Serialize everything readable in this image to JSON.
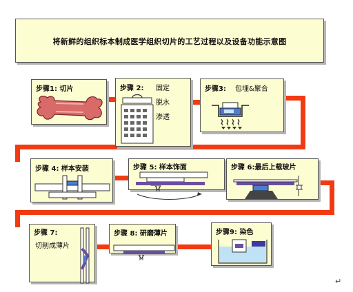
{
  "title": "将新鲜的组织标本制成医学组织切片的工艺过程以及设备功能示意图",
  "steps": {
    "s1": {
      "label": "步骤1: 切片"
    },
    "s2": {
      "label": "步骤 2:",
      "subs": [
        "固定",
        "脱水",
        "渗透"
      ]
    },
    "s3": {
      "label": "步骤3:",
      "sub": "包埋&聚合"
    },
    "s4": {
      "label": "步骤 4: 样本安装"
    },
    "s5": {
      "label": "步骤 5: 样本饰面"
    },
    "s6": {
      "label": "步骤 6:最后上载玻片"
    },
    "s7": {
      "label": "步骤 7:",
      "sub": "切削成薄片"
    },
    "s8": {
      "label": "步骤 8: 研磨薄片"
    },
    "s9": {
      "label": "步骤9: 染色"
    }
  },
  "return_mark": "↵",
  "colors": {
    "pipe": "#f23a12",
    "card": "#fdfdd2",
    "border": "#555555"
  }
}
